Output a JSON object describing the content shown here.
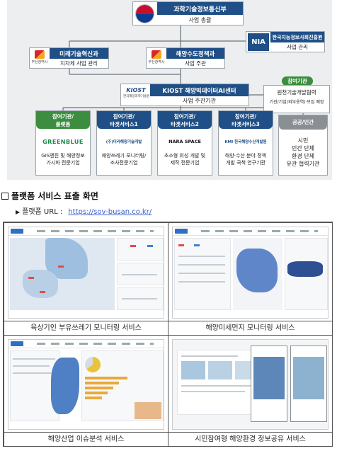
{
  "org_chart": {
    "msit": {
      "name": "과학기술정보통신부",
      "role": "사업 총괄"
    },
    "nia": {
      "logo_text": "NIA",
      "name": "한국지능정보사회진흥원",
      "role": "사업 관리"
    },
    "busan_future": {
      "logo_text": "부산광역시",
      "name": "미래기술혁신과",
      "role": "지자체 사업 관리"
    },
    "busan_ocean": {
      "logo_text": "부산광역시",
      "name": "해양수도정책과",
      "role": "사업 주관"
    },
    "kiost": {
      "logo_text": "KIOST",
      "logo_sub": "한국해양과학기술원",
      "name": "KIOST 해양빅데이터AI센터",
      "role": "사업 주관기관"
    },
    "reference": {
      "badge": "참여기관",
      "title": "원천기술개발협력",
      "desc": "기관/기업(외부용역)·모집 예정"
    },
    "participants": [
      {
        "header": "참여기관/\n플랫폼",
        "logo": "GREENBLUE",
        "desc": "GIS엔진 및 해양정보\n가시화 전문기업",
        "color": "#1b8a4c"
      },
      {
        "header": "참여기관/\n타겟서비스1",
        "logo": "(주)미라해양기술개발",
        "desc": "해양쓰레기 모니터링/\n조사전문기업",
        "color": "#1f4f86"
      },
      {
        "header": "참여기관/\n타겟서비스2",
        "logo": "NARA SPACE",
        "desc": "초소형 위성 개발 및\n제작 전문기업",
        "color": "#111111"
      },
      {
        "header": "참여기관/\n타겟서비스3",
        "logo": "KMI 한국해양수산개발원",
        "desc": "해양·수산 분야 정책\n개발 국책 연구기관",
        "color": "#1f4f86"
      }
    ],
    "public": {
      "header": "공공/민간",
      "desc": "시민\n민간 단체\n환경 단체\n유관 협력기관"
    }
  },
  "section": {
    "title": "플랫폼 서비스 표출 화면",
    "url_label": "플랫폼 URL :",
    "url": "https://sov-busan.co.kr/"
  },
  "screens": [
    {
      "caption": "육상기인 부유쓰레기 모니터링 서비스"
    },
    {
      "caption": "해양미세먼지 모니터링 서비스"
    },
    {
      "caption": "해양산업 이슈분석 서비스"
    },
    {
      "caption": "시민참여형 해양환경 정보공유 서비스"
    }
  ],
  "colors": {
    "navy": "#1f4f86",
    "green": "#3c8d3f",
    "gray": "#8a8f94",
    "link": "#3a5fcd"
  }
}
